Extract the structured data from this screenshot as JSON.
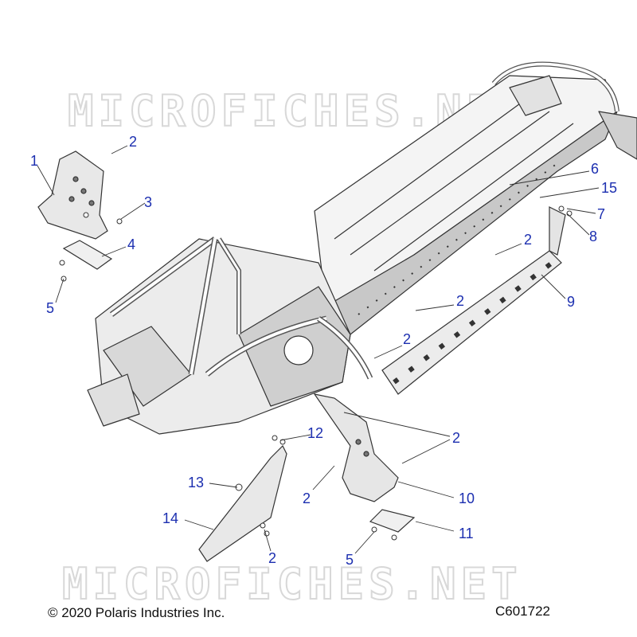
{
  "watermark": "MICROFICHES.NET",
  "footer": {
    "copyright": "© 2020 Polaris Industries Inc.",
    "diagram_id": "C601722"
  },
  "callouts": [
    {
      "id": "c1",
      "label": "1"
    },
    {
      "id": "c2a",
      "label": "2"
    },
    {
      "id": "c3",
      "label": "3"
    },
    {
      "id": "c4",
      "label": "4"
    },
    {
      "id": "c5a",
      "label": "5"
    },
    {
      "id": "c6",
      "label": "6"
    },
    {
      "id": "c15",
      "label": "15"
    },
    {
      "id": "c7",
      "label": "7"
    },
    {
      "id": "c8",
      "label": "8"
    },
    {
      "id": "c2b",
      "label": "2"
    },
    {
      "id": "c9",
      "label": "9"
    },
    {
      "id": "c2c",
      "label": "2"
    },
    {
      "id": "c2d",
      "label": "2"
    },
    {
      "id": "c12",
      "label": "12"
    },
    {
      "id": "c2e",
      "label": "2"
    },
    {
      "id": "c13",
      "label": "13"
    },
    {
      "id": "c2f",
      "label": "2"
    },
    {
      "id": "c10",
      "label": "10"
    },
    {
      "id": "c14",
      "label": "14"
    },
    {
      "id": "c11",
      "label": "11"
    },
    {
      "id": "c2g",
      "label": "2"
    },
    {
      "id": "c5b",
      "label": "5"
    }
  ],
  "colors": {
    "callout": "#1c2fb0",
    "part_line": "#333333",
    "chassis_shade": "#c8c8c8",
    "watermark": "#d8d8d8"
  }
}
